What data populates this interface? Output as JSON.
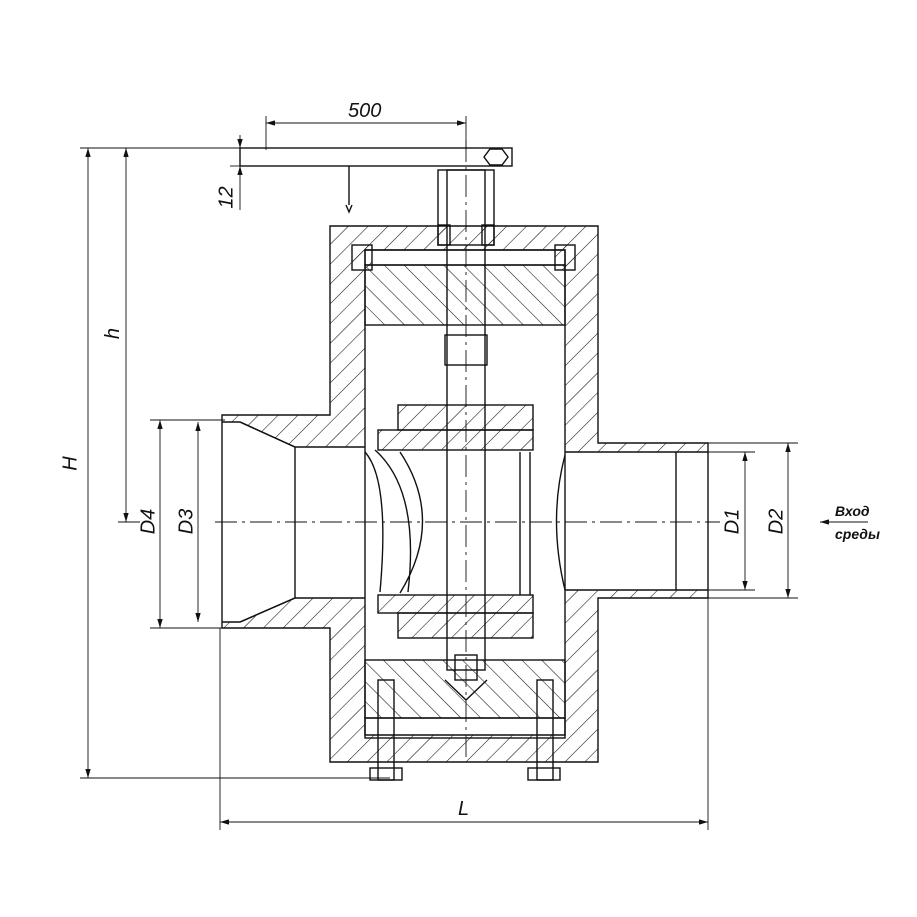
{
  "dimensions": {
    "handle_length": "500",
    "handle_thickness": "12",
    "height_total": "H",
    "height_to_axis": "h",
    "d4": "D4",
    "d3": "D3",
    "d1": "D1",
    "d2": "D2",
    "length": "L"
  },
  "flow_label": {
    "line1": "Вход",
    "line2": "среды"
  }
}
